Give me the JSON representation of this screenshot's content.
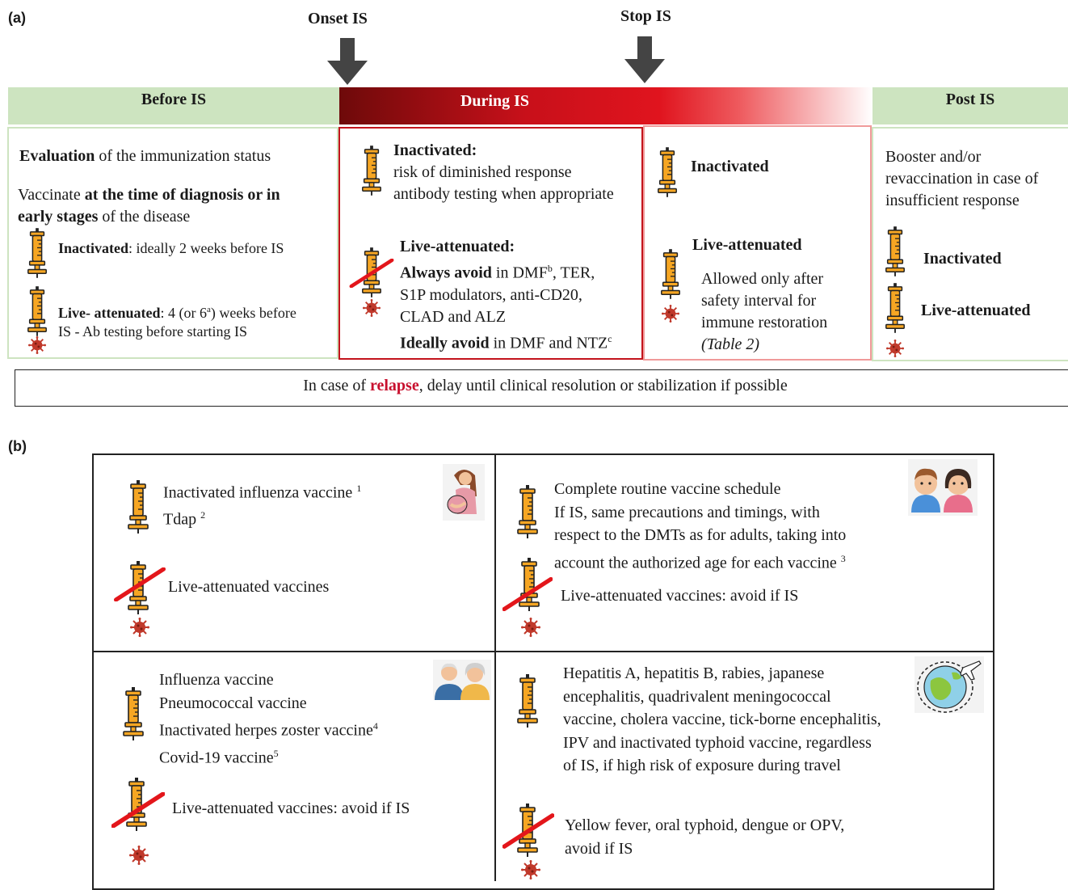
{
  "panel_a": {
    "label": "(a)",
    "onset_label": "Onset IS",
    "stop_label": "Stop IS",
    "phases": {
      "before": "Before IS",
      "during": "During IS",
      "post": "Post IS"
    },
    "before": {
      "eval_bold": "Evaluation",
      "eval_rest": " of the immunization status",
      "vacc_pre": "Vaccinate ",
      "vacc_bold1": "at the time of diagnosis or in",
      "vacc_bold2": "early stages",
      "vacc_rest": " of the disease",
      "inact_bold": "Inactivated",
      "inact_rest": ": ideally 2 weeks before IS",
      "live_bold": "Live- attenuated",
      "live_rest1": ": 4 (or 6",
      "live_sup": "a",
      "live_rest2": ") weeks before",
      "live_line2": "IS - Ab testing before starting IS"
    },
    "during": {
      "inact_title": "Inactivated:",
      "inact_l1": "risk of diminished response",
      "inact_l2": "antibody testing when appropriate",
      "live_title": "Live-attenuated:",
      "always_bold": "Always avoid",
      "always_rest1": " in DMF",
      "always_sup": "b",
      "always_rest2": ", TER,",
      "l2": "S1P modulators, anti-CD20,",
      "l3": "CLAD and ALZ",
      "ideally_bold": "Ideally avoid",
      "ideally_rest": " in DMF and NTZ",
      "ideally_sup": "c"
    },
    "stop": {
      "inact_title": "Inactivated",
      "live_title": "Live-attenuated",
      "l1": "Allowed only after",
      "l2": "safety interval for",
      "l3": "immune restoration",
      "l4": "(Table 2)"
    },
    "post": {
      "l1": "Booster and/or",
      "l2": "revaccination in case of",
      "l3": "insufficient response",
      "inact": "Inactivated",
      "live": "Live-attenuated"
    },
    "relapse": {
      "pre": "In case of ",
      "red": "relapse",
      "post": ", delay until clinical resolution or stabilization if possible"
    }
  },
  "panel_b": {
    "label": "(b)",
    "pregnancy": {
      "l1": "Inactivated influenza vaccine ",
      "l1_sup": "1",
      "l2": "Tdap ",
      "l2_sup": "2",
      "live": "Live-attenuated vaccines"
    },
    "children": {
      "l1": "Complete routine vaccine schedule",
      "l2": "If IS, same precautions and timings, with",
      "l3": "respect to the DMTs as for adults, taking into",
      "l4": "account the authorized age for each vaccine ",
      "l4_sup": "3",
      "live": "Live-attenuated vaccines: avoid if IS"
    },
    "elderly": {
      "l1": "Influenza vaccine",
      "l2": "Pneumococcal vaccine",
      "l3": "Inactivated herpes zoster vaccine",
      "l3_sup": "4",
      "l4": "Covid-19 vaccine",
      "l4_sup": "5",
      "live": "Live-attenuated vaccines: avoid if IS"
    },
    "travel": {
      "l1": "Hepatitis A, hepatitis B, rabies, japanese",
      "l2": "encephalitis, quadrivalent meningococcal",
      "l3": "vaccine, cholera vaccine, tick-borne encephalitis,",
      "l4": "IPV and inactivated typhoid vaccine, regardless",
      "l5": "of IS, if high risk of exposure during travel",
      "live1": "Yellow fever, oral typhoid, dengue or OPV,",
      "live2": "avoid  if IS"
    }
  },
  "colors": {
    "phase_green": "#cde4c0",
    "during_dark": "#7a0a0a",
    "during_red": "#d7141f",
    "cross_red": "#e3161b",
    "syringe_orange": "#f6a623",
    "virus_red": "#c0392b"
  }
}
